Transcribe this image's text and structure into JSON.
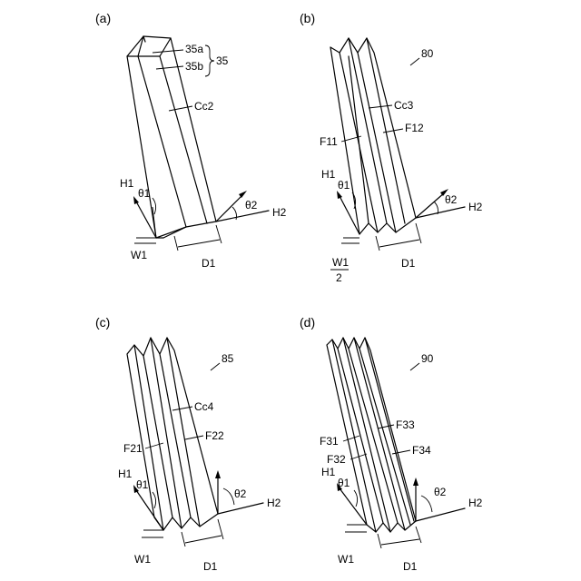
{
  "panels": {
    "a": {
      "label": "(a)",
      "ref_35a": "35a",
      "ref_35b": "35b",
      "ref_35": "35",
      "cc": "Cc2",
      "h1": "H1",
      "theta1": "θ1",
      "h2": "H2",
      "theta2": "θ2",
      "w1": "W1",
      "d1": "D1"
    },
    "b": {
      "label": "(b)",
      "ref": "80",
      "cc": "Cc3",
      "f_left": "F11",
      "f_right": "F12",
      "h1": "H1",
      "theta1": "θ1",
      "h2": "H2",
      "theta2": "θ2",
      "w1_num": "W1",
      "w1_den": "2",
      "d1": "D1"
    },
    "c": {
      "label": "(c)",
      "ref": "85",
      "cc": "Cc4",
      "f_left": "F21",
      "f_right": "F22",
      "h1": "H1",
      "theta1": "θ1",
      "h2": "H2",
      "theta2": "θ2",
      "w1": "W1",
      "d1": "D1"
    },
    "d": {
      "label": "(d)",
      "ref": "90",
      "f31": "F31",
      "f32": "F32",
      "f33": "F33",
      "f34": "F34",
      "h1": "H1",
      "theta1": "θ1",
      "h2": "H2",
      "theta2": "θ2",
      "w1": "W1",
      "d1": "D1"
    }
  }
}
